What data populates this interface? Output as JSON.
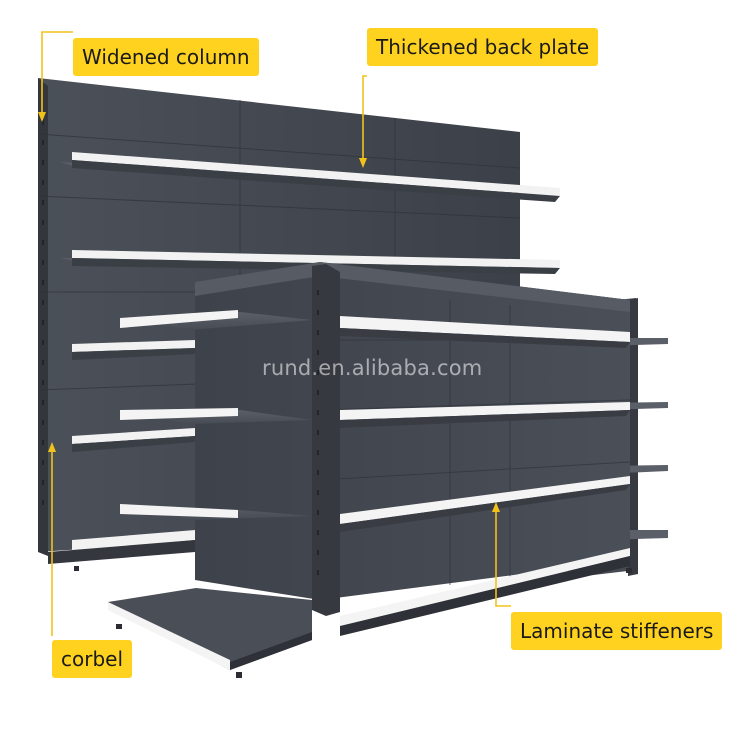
{
  "labels": {
    "widened_column": "Widened column",
    "thickened_back_plate": "Thickened back plate",
    "laminate_stiffeners": "Laminate stiffeners",
    "corbel": "corbel"
  },
  "watermark": "rund.en.alibaba.com",
  "colors": {
    "label_background": "#ffd21f",
    "callout_line": "#f2c21b",
    "shelf_steel": "#454a54",
    "shelf_edge": "#f4f4f4"
  }
}
